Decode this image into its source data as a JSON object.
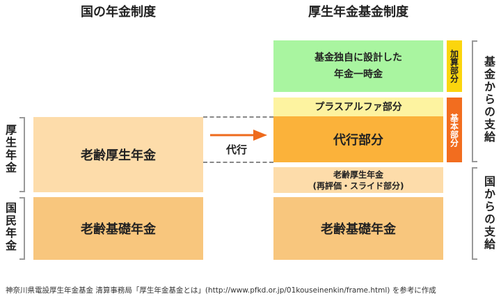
{
  "headings": {
    "national": "国の年金制度",
    "kosei_kikin": "厚生年金基金制度"
  },
  "left_blocks": {
    "kosei": "老齢厚生年金",
    "kiso": "老齢基礎年金"
  },
  "left_labels": {
    "kosei": "厚生年金",
    "kokumin": "国民年金"
  },
  "arrow_label": "代行",
  "right_blocks": {
    "lump_sum": [
      "基金独自に設計した",
      "年金一時金"
    ],
    "plus_alpha": "プラスアルファ部分",
    "daiko": "代行部分",
    "kosei_line1": "老齢厚生年金",
    "kosei_line2": "(再評価・スライド部分)",
    "kiso": "老齢基礎年金"
  },
  "side_tags": {
    "kasan": "加算部分",
    "kihon": "基本部分"
  },
  "right_labels": {
    "from_fund": "基金からの支給",
    "from_state": "国からの支給"
  },
  "footer": "神奈川県電設厚生年金基金 清算事務局「厚生年金基金とは」(http://www.pfkd.or.jp/01kouseinenkin/frame.html) を参考に作成",
  "colors": {
    "light_orange": "#fddcaa",
    "mid_orange": "#f8c67d",
    "daiko_orange": "#fbb23a",
    "light_yellow": "#fdf3a0",
    "green": "#a9f5a0",
    "tag_yellow": "#fbd50e",
    "tag_orange": "#f26d1f",
    "arrow": "#ee6a1c"
  }
}
